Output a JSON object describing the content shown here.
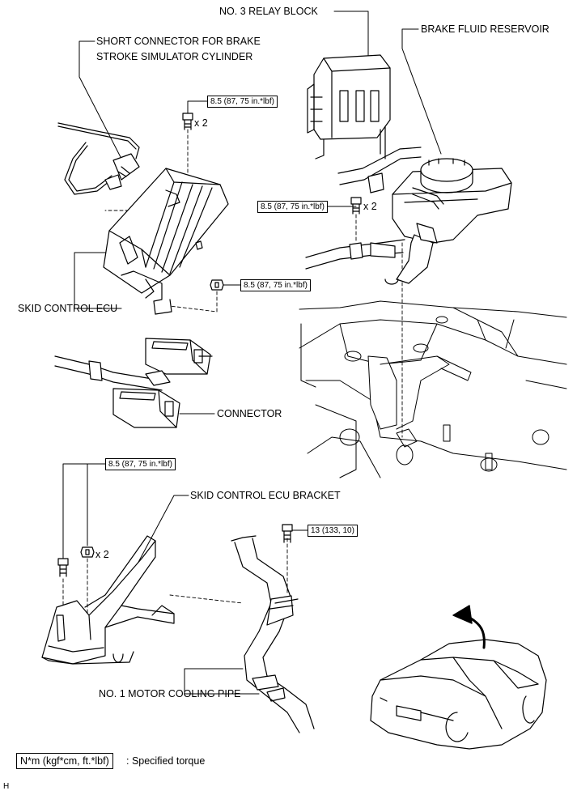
{
  "labels": {
    "relay_block": "NO. 3 RELAY BLOCK",
    "short_connector_line1": "SHORT CONNECTOR FOR BRAKE",
    "short_connector_line2": "STROKE SIMULATOR CYLINDER",
    "brake_fluid_reservoir": "BRAKE FLUID RESERVOIR",
    "skid_control_ecu": "SKID CONTROL ECU",
    "connector": "CONNECTOR",
    "skid_control_ecu_bracket": "SKID CONTROL ECU BRACKET",
    "motor_cooling_pipe": "NO. 1 MOTOR COOLING PIPE"
  },
  "torques": {
    "ecu_top_bolt": "8.5 (87, 75 in.*lbf)",
    "reservoir_bolt": "8.5 (87, 75 in.*lbf)",
    "ecu_side_nut": "8.5 (87, 75 in.*lbf)",
    "bracket_bolts": "8.5 (87, 75 in.*lbf)",
    "cooling_pipe_bolt": "13 (133, 10)"
  },
  "quantities": {
    "ecu_top_bolt": "x 2",
    "reservoir_bolt": "x 2",
    "bracket_nut": "x 2"
  },
  "legend": {
    "unit_box": "N*m (kgf*cm, ft.*lbf)",
    "description": ": Specified torque"
  },
  "corner_mark": "H"
}
